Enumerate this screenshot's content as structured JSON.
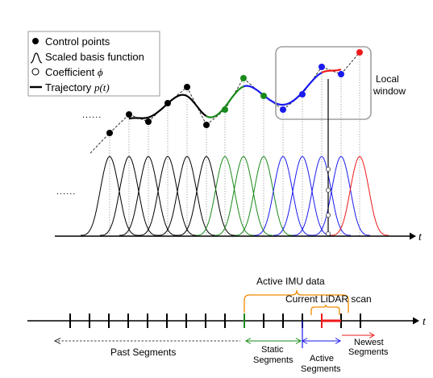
{
  "legend": {
    "control_points": "Control points",
    "basis_function": "Scaled basis function",
    "coefficient": "Coefficient",
    "coefficient_symbol": "ϕ",
    "trajectory": "Trajectory",
    "trajectory_symbol": "p(t)"
  },
  "top_plot": {
    "local_window_label_1": "Local",
    "local_window_label_2": "window",
    "axis_label": "t",
    "ellipsis_points": "......",
    "ellipsis_basis": "......"
  },
  "timeline": {
    "axis_label": "t",
    "active_imu": "Active IMU data",
    "current_lidar": "Current LiDAR scan",
    "past_segments": "Past Segments",
    "static_segments_1": "Static",
    "static_segments_2": "Segments",
    "active_segments_1": "Active",
    "active_segments_2": "Segments",
    "newest_segments_1": "Newest",
    "newest_segments_2": "Segments"
  },
  "colors": {
    "black": "#000000",
    "green": "#1a8a1a",
    "blue": "#1a1aee",
    "red": "#ee1a1a",
    "orange": "#f08a00",
    "window_border": "#a0a0a0"
  }
}
